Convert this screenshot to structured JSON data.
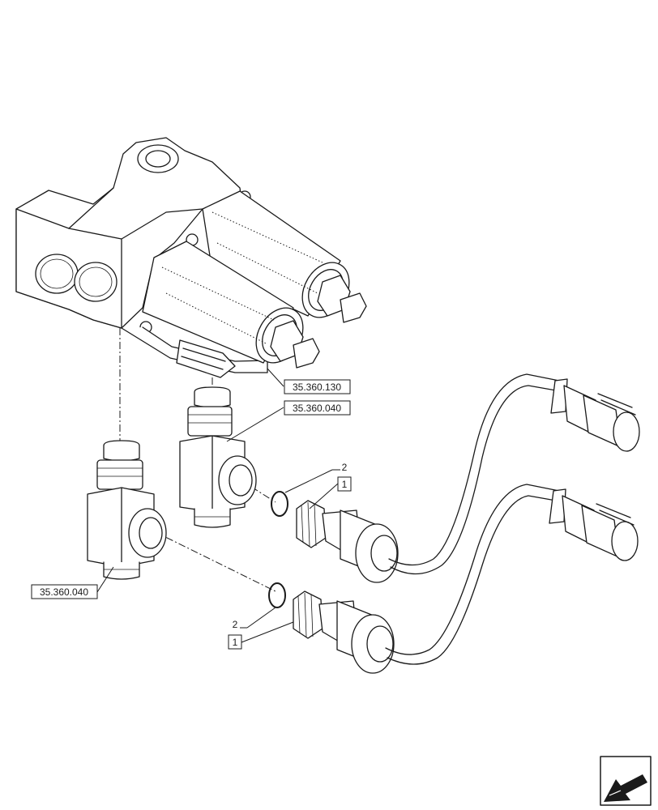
{
  "callouts": {
    "ref_a": "35.360.130",
    "ref_b": "35.360.040",
    "ref_c": "35.360.040",
    "item_1_upper": "1",
    "item_1_lower": "1",
    "item_2_upper": "2",
    "item_2_lower": "2"
  },
  "colors": {
    "line": "#1a1a1a",
    "background": "#ffffff"
  },
  "icons": {
    "corner": "arrow-nav-icon"
  }
}
